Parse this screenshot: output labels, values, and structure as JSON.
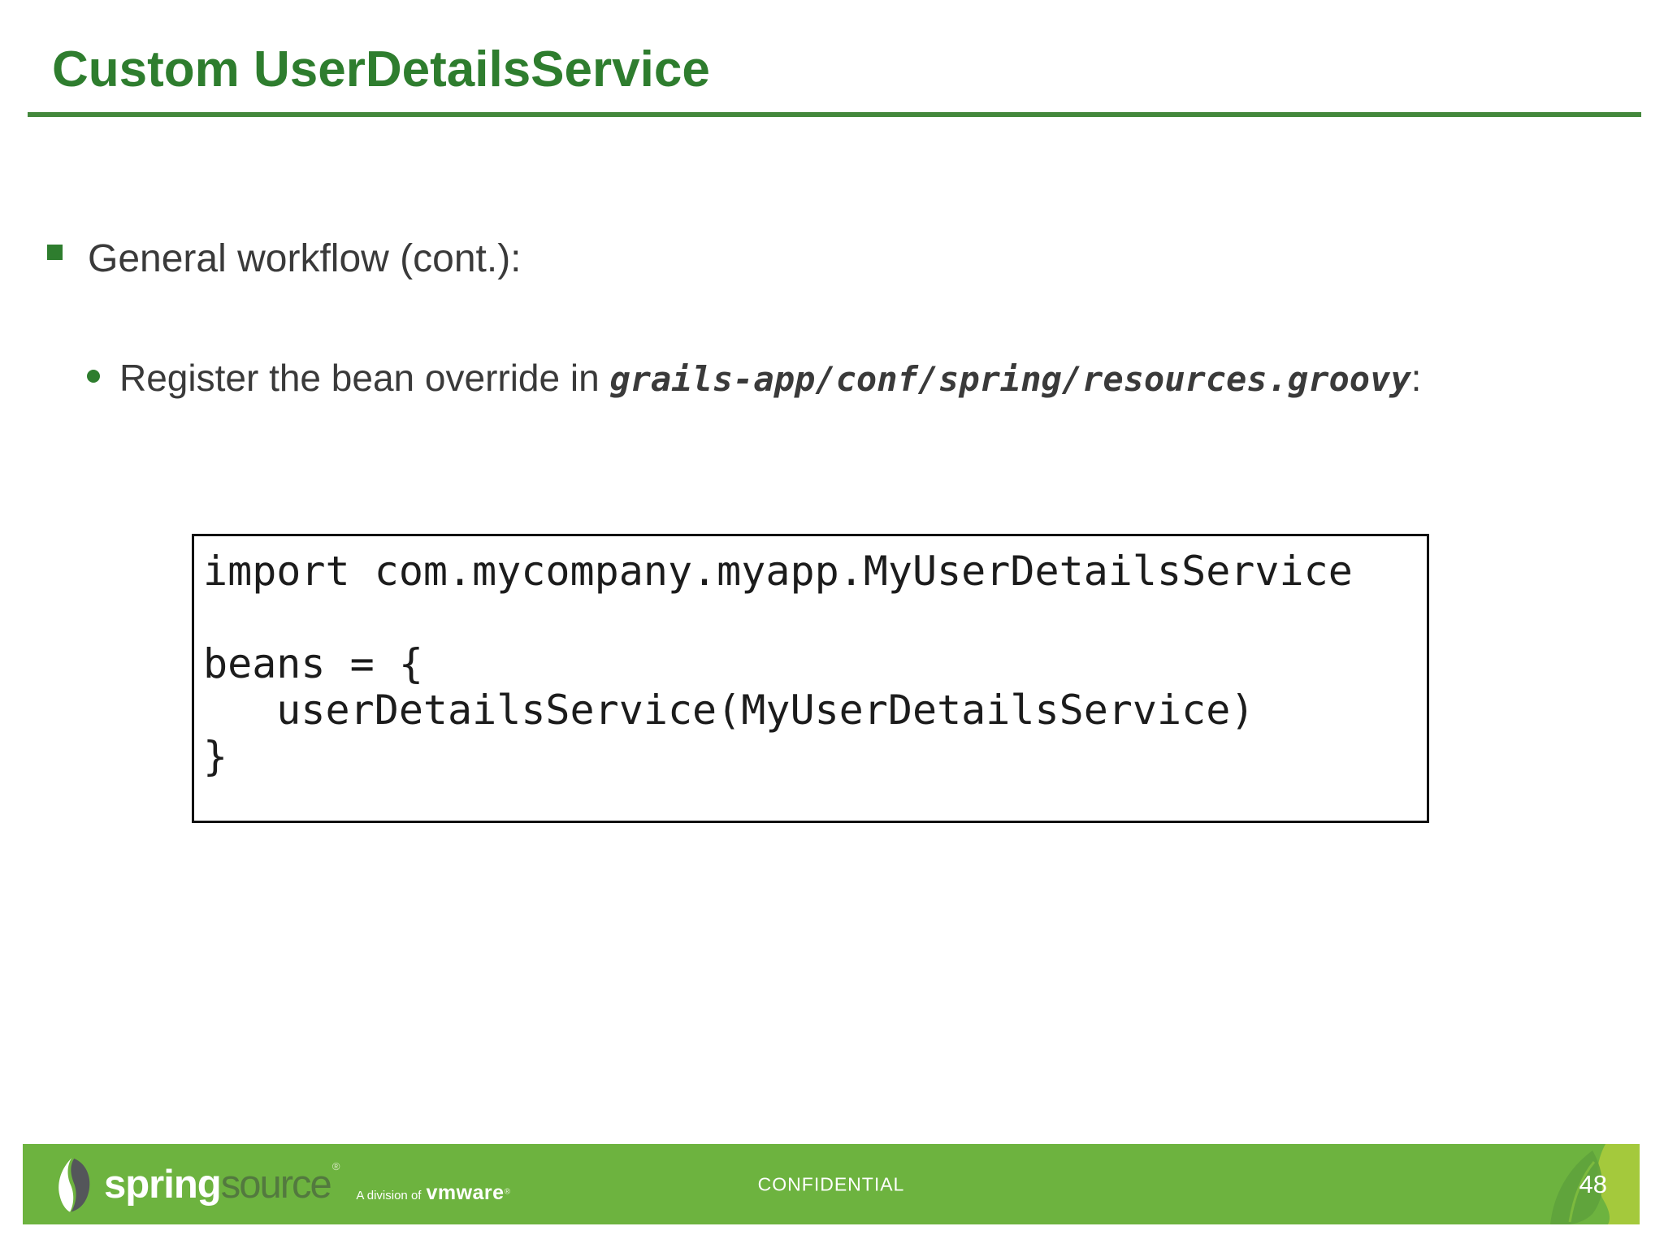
{
  "slide": {
    "title": "Custom UserDetailsService",
    "bullets": {
      "level1": "General workflow (cont.):",
      "level2_prefix": "Register the bean override in ",
      "level2_code_path": "grails-app/conf/spring/resources.groovy",
      "level2_suffix": ":"
    },
    "code_block": {
      "lines": [
        "import com.mycompany.myapp.MyUserDetailsService",
        "",
        "beans = {",
        "   userDetailsService(MyUserDetailsService)",
        "}"
      ]
    }
  },
  "footer": {
    "brand": {
      "spring": "spring",
      "source": "source",
      "registered": "®",
      "division_label": "A division of",
      "vmware": "vmware",
      "vmware_registered": "®"
    },
    "confidential_label": "CONFIDENTIAL",
    "page_number": "48"
  },
  "icons": {
    "bullet_level1": "green-square-bullet",
    "bullet_level2": "green-dot-bullet",
    "logo": "springsource-leaf-icon",
    "footer_decoration": "leaf-decoration"
  },
  "colors": {
    "title_green": "#2e7d2e",
    "rule_green": "#43883c",
    "footer_green": "#6db33f",
    "leaf_light": "#a4c93c",
    "leaf_dark": "#5fa33c",
    "brand_source": "#53793f",
    "text_dark": "#3a3a3a",
    "code_text": "#1c1c1c",
    "border_black": "#111111"
  }
}
